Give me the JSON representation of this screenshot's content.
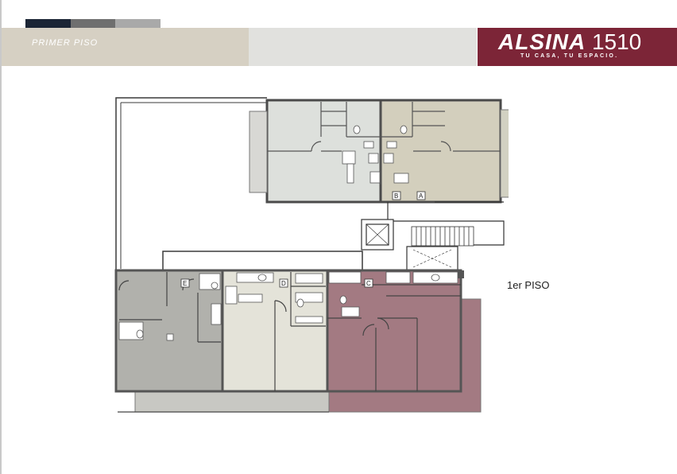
{
  "header": {
    "section_label": "PRIMER PISO",
    "brand_name": "ALSINA",
    "brand_number": "1510",
    "brand_tagline": "TU CASA, TU ESPACIO.",
    "tab_colors": [
      "#1b2535",
      "#6f6f6f",
      "#a9a9a9"
    ],
    "band_colors": {
      "left": "#d6d0c3",
      "middle": "#e1e1de",
      "brand": "#7c2537"
    }
  },
  "plan": {
    "floor_label": "1er PISO",
    "units": [
      {
        "label": "A",
        "color": "#d3cfbd"
      },
      {
        "label": "B",
        "color": "#dde0dc"
      },
      {
        "label": "C",
        "color": "#a37a82"
      },
      {
        "label": "D",
        "color": "#e4e3d9"
      },
      {
        "label": "E",
        "color": "#b1b1ac"
      }
    ]
  }
}
